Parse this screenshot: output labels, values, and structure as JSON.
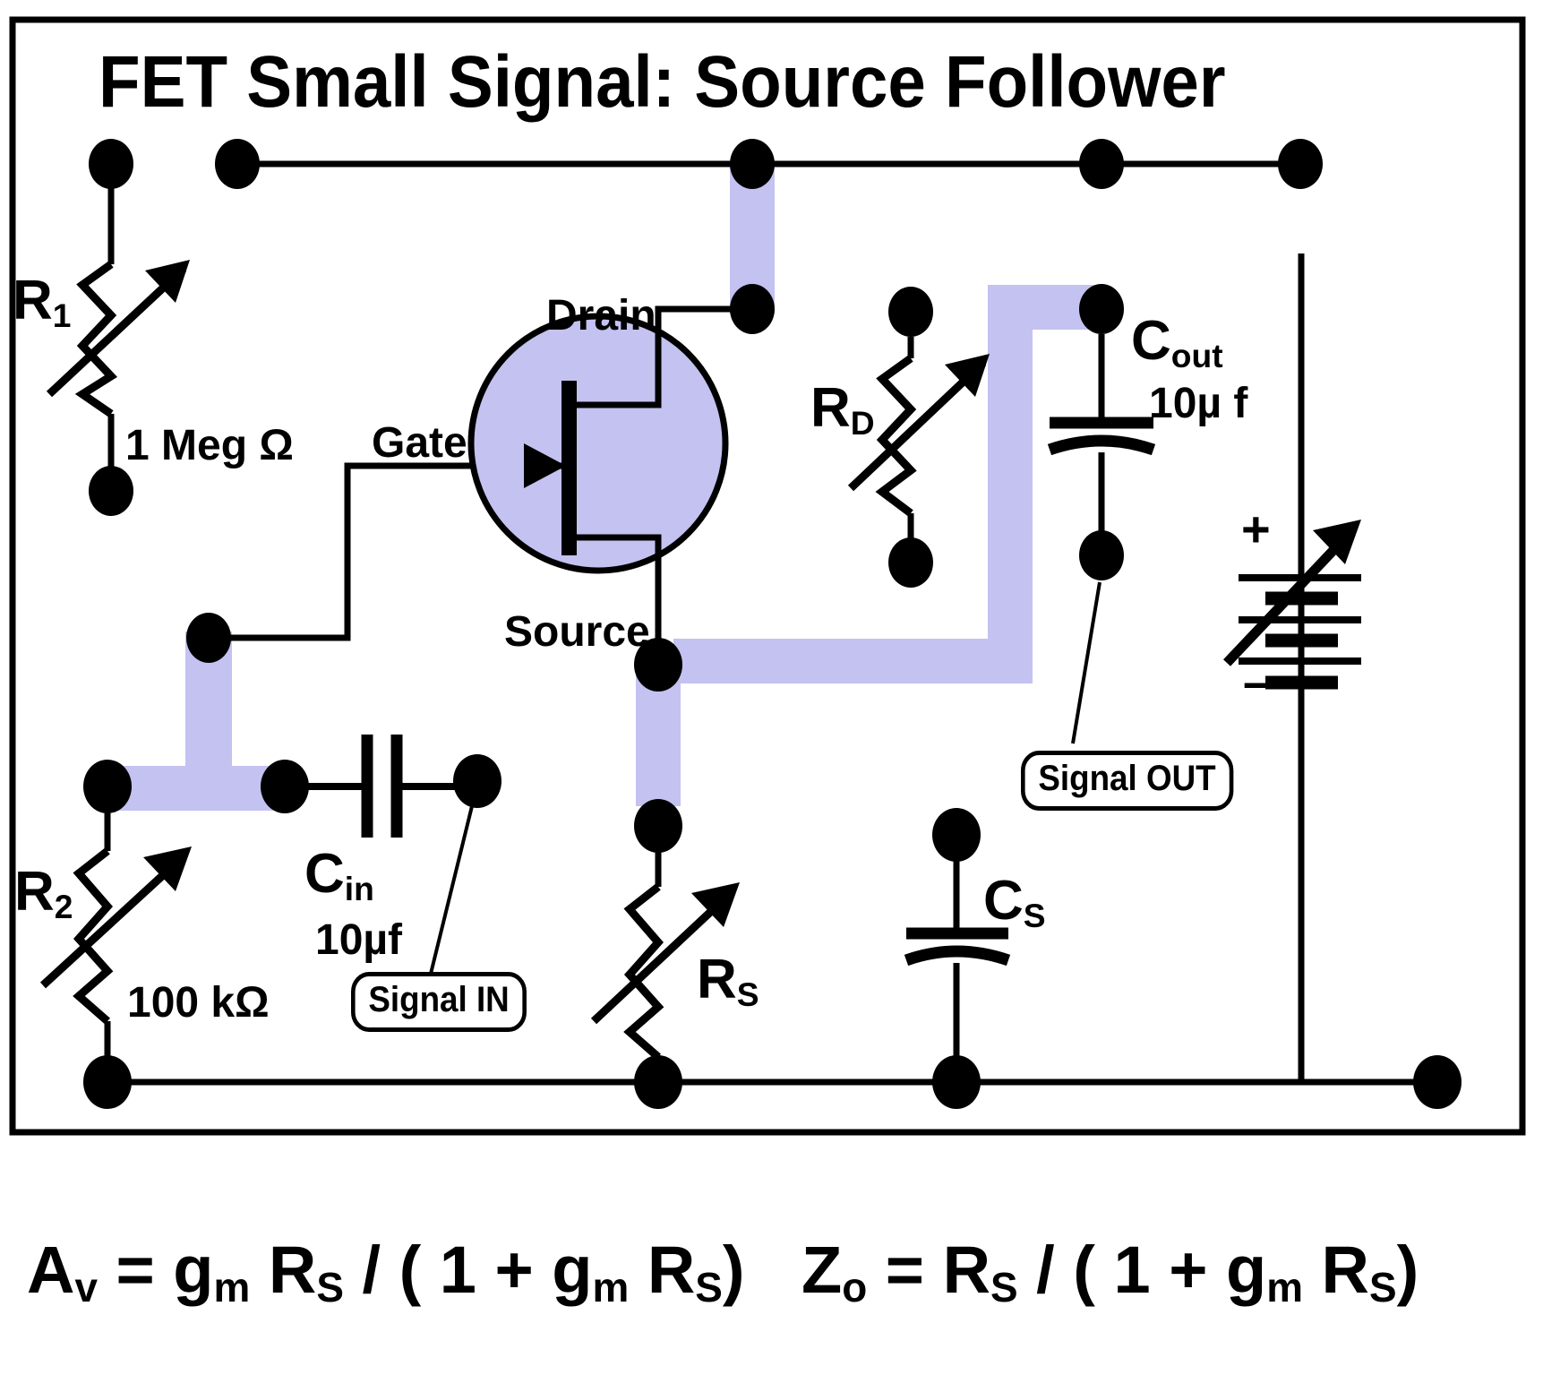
{
  "title": "FET Small Signal: Source Follower",
  "components": {
    "r1": {
      "label": "R",
      "sub": "1",
      "value": "1 Meg Ω",
      "type": "variable-resistor"
    },
    "r2": {
      "label": "R",
      "sub": "2",
      "value": "100 kΩ",
      "type": "variable-resistor"
    },
    "rd": {
      "label": "R",
      "sub": "D",
      "value": "",
      "type": "variable-resistor"
    },
    "rs": {
      "label": "R",
      "sub": "S",
      "value": "",
      "type": "variable-resistor"
    },
    "cin": {
      "label": "C",
      "sub": "in",
      "value": "10µf",
      "type": "capacitor"
    },
    "cout": {
      "label": "C",
      "sub": "out",
      "value": "10µ f",
      "type": "capacitor-polarized"
    },
    "cs": {
      "label": "C",
      "sub": "S",
      "value": "",
      "type": "capacitor-polarized"
    },
    "battery": {
      "plus": "+",
      "minus": "–",
      "type": "variable-battery"
    },
    "fet": {
      "type": "n-channel-jfet",
      "terminals": [
        "Drain",
        "Gate",
        "Source"
      ]
    }
  },
  "terminal_labels": {
    "drain": "Drain",
    "gate": "Gate",
    "source": "Source"
  },
  "callouts": {
    "signal_in": "Signal IN",
    "signal_out": "Signal OUT"
  },
  "formulas": {
    "gain": {
      "lhs": "A",
      "lhs_sub": "v",
      "rhs": " = g",
      "full": "Av = gm RS / ( 1 + gm RS)"
    },
    "zout": {
      "lhs": "Z",
      "lhs_sub": "o",
      "full": "Zo = RS / ( 1 + gm RS)"
    }
  },
  "colors": {
    "highlight": "#c3c2f0",
    "line": "#000000",
    "background": "#ffffff"
  }
}
